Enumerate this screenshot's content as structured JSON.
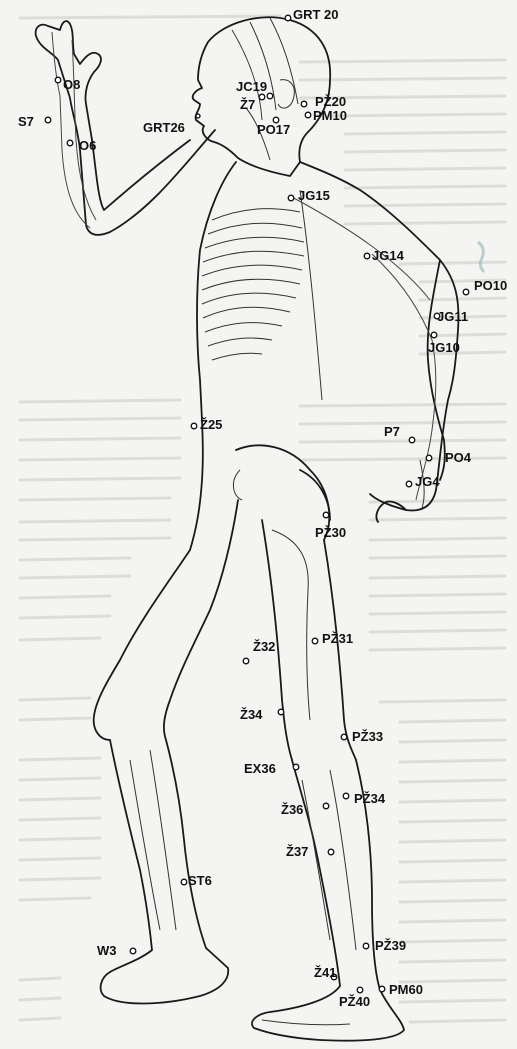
{
  "points": [
    {
      "id": "grt20",
      "label": "GRT 20"
    },
    {
      "id": "o8",
      "label": "O8"
    },
    {
      "id": "jc19",
      "label": "JC19"
    },
    {
      "id": "z7",
      "label": "Ž7"
    },
    {
      "id": "pz20",
      "label": "PŽ20"
    },
    {
      "id": "pm10",
      "label": "PM10"
    },
    {
      "id": "s7",
      "label": "S7"
    },
    {
      "id": "o6",
      "label": "O6"
    },
    {
      "id": "grt26",
      "label": "GRT26"
    },
    {
      "id": "po17",
      "label": "PO17"
    },
    {
      "id": "jg15",
      "label": "JG15"
    },
    {
      "id": "jg14",
      "label": "JG14"
    },
    {
      "id": "po10",
      "label": "PO10"
    },
    {
      "id": "jg11",
      "label": "JG11"
    },
    {
      "id": "jg10",
      "label": "JG10"
    },
    {
      "id": "z25",
      "label": "Ž25"
    },
    {
      "id": "p7",
      "label": "P7"
    },
    {
      "id": "po4",
      "label": "PO4"
    },
    {
      "id": "jg4",
      "label": "JG4"
    },
    {
      "id": "pz30",
      "label": "PŽ30"
    },
    {
      "id": "pz31",
      "label": "PŽ31"
    },
    {
      "id": "z32",
      "label": "Ž32"
    },
    {
      "id": "z34",
      "label": "Ž34"
    },
    {
      "id": "pz33",
      "label": "PŽ33"
    },
    {
      "id": "ex36",
      "label": "EX36"
    },
    {
      "id": "pz34",
      "label": "PŽ34"
    },
    {
      "id": "z36",
      "label": "Ž36"
    },
    {
      "id": "z37",
      "label": "Ž37"
    },
    {
      "id": "st6",
      "label": "ST6"
    },
    {
      "id": "pz39",
      "label": "PŽ39"
    },
    {
      "id": "w3",
      "label": "W3"
    },
    {
      "id": "z41",
      "label": "Ž41"
    },
    {
      "id": "pm60",
      "label": "PM60"
    },
    {
      "id": "pz40",
      "label": "PŽ40"
    }
  ]
}
